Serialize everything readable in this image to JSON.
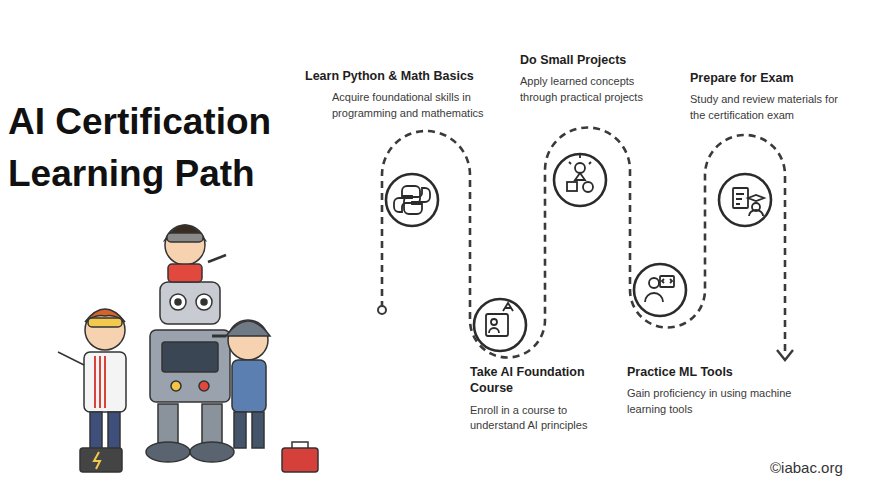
{
  "diagram": {
    "title": "AI Certification Learning Path",
    "nodes": [
      {
        "text": [
          "Learn Python & Math Basics",
          "Acquire foundational skills in programming and mathematics"
        ]
      },
      {
        "text": [
          "Take AI Foundation Course",
          "Enroll in a course to understand AI principles"
        ]
      },
      {
        "text": [
          "Do Small Projects",
          "Apply learned concepts through practical projects"
        ]
      },
      {
        "text": [
          "Practice ML Tools",
          "Gain proficiency in using machine learning tools"
        ]
      },
      {
        "text": [
          "Prepare for Exam",
          "Study and review materials for the certification exam"
        ]
      }
    ],
    "labels": [
      "©iabac.org"
    ]
  }
}
